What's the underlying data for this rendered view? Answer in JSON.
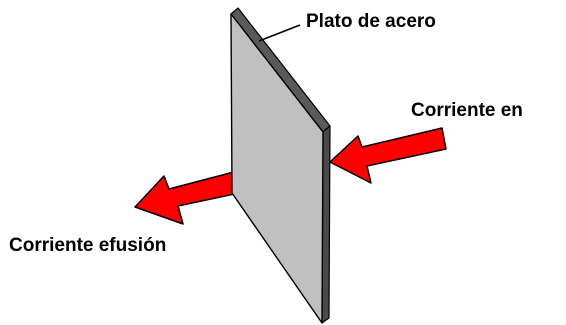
{
  "labels": {
    "plate": "Plato de acero",
    "inflow": "Corriente en",
    "outflow": "Corriente efusión"
  },
  "colors": {
    "plate_face": "#c0c0c0",
    "plate_edge": "#3a3a3a",
    "arrow_fill": "#ff0000",
    "arrow_stroke": "#000000",
    "leader": "#000000"
  }
}
